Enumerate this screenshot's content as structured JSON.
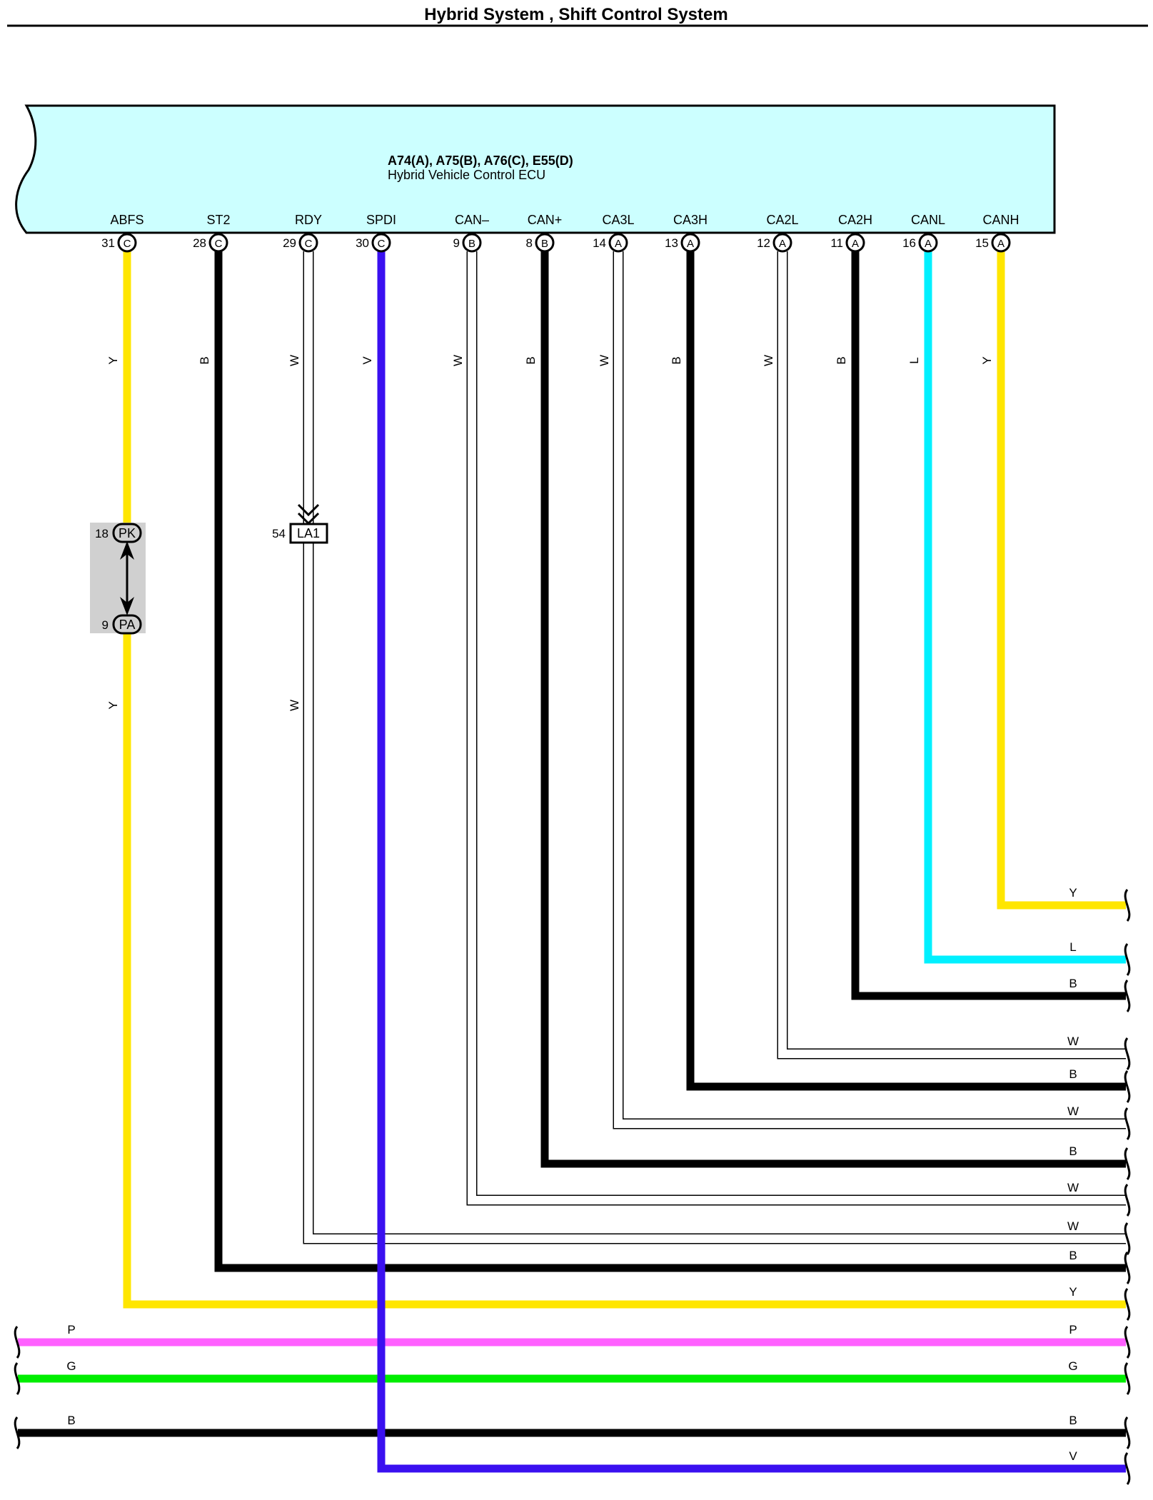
{
  "title": "Hybrid System , Shift Control System",
  "ecu": {
    "connectors": "A74(A), A75(B), A76(C), E55(D)",
    "name": "Hybrid Vehicle Control ECU"
  },
  "colors": {
    "Y": "#ffe600",
    "B": "#000000",
    "W": "#ffffff",
    "V": "#3a10f0",
    "L": "#00f0ff",
    "P": "#ff60ff",
    "G": "#00ee00",
    "ecu_fill": "#ccffff"
  },
  "pins": [
    {
      "name": "ABFS",
      "num": "31",
      "conn": "C",
      "color": "Y",
      "label": "Y",
      "out_label": "Y"
    },
    {
      "name": "ST2",
      "num": "28",
      "conn": "C",
      "color": "B",
      "label": "B",
      "out_label": "B"
    },
    {
      "name": "RDY",
      "num": "29",
      "conn": "C",
      "color": "W",
      "label": "W",
      "label2": "W",
      "out_label": "W"
    },
    {
      "name": "SPDI",
      "num": "30",
      "conn": "C",
      "color": "V",
      "label": "V",
      "out_label": "V"
    },
    {
      "name": "CAN–",
      "num": "9",
      "conn": "B",
      "color": "W",
      "label": "W",
      "out_label": "W"
    },
    {
      "name": "CAN+",
      "num": "8",
      "conn": "B",
      "color": "B",
      "label": "B",
      "out_label": "B"
    },
    {
      "name": "CA3L",
      "num": "14",
      "conn": "A",
      "color": "W",
      "label": "W",
      "out_label": "W"
    },
    {
      "name": "CA3H",
      "num": "13",
      "conn": "A",
      "color": "B",
      "label": "B",
      "out_label": "B"
    },
    {
      "name": "CA2L",
      "num": "12",
      "conn": "A",
      "color": "W",
      "label": "W",
      "out_label": "W"
    },
    {
      "name": "CA2H",
      "num": "11",
      "conn": "A",
      "color": "B",
      "label": "B",
      "out_label": "B"
    },
    {
      "name": "CANL",
      "num": "16",
      "conn": "A",
      "color": "L",
      "label": "L",
      "out_label": "L"
    },
    {
      "name": "CANH",
      "num": "15",
      "conn": "A",
      "color": "Y",
      "label": "Y",
      "out_label": "Y"
    }
  ],
  "junction_connector": {
    "top": {
      "num": "18",
      "code": "PK"
    },
    "bottom": {
      "num": "9",
      "code": "PA"
    },
    "lower_wire_label": "Y"
  },
  "inline_connector": {
    "num": "54",
    "code": "LA1"
  },
  "through_wires": [
    {
      "color": "P",
      "label_left": "P",
      "label_right": "P"
    },
    {
      "color": "G",
      "label_left": "G",
      "label_right": "G"
    },
    {
      "color": "B",
      "label_left": "B",
      "label_right": "B"
    }
  ]
}
